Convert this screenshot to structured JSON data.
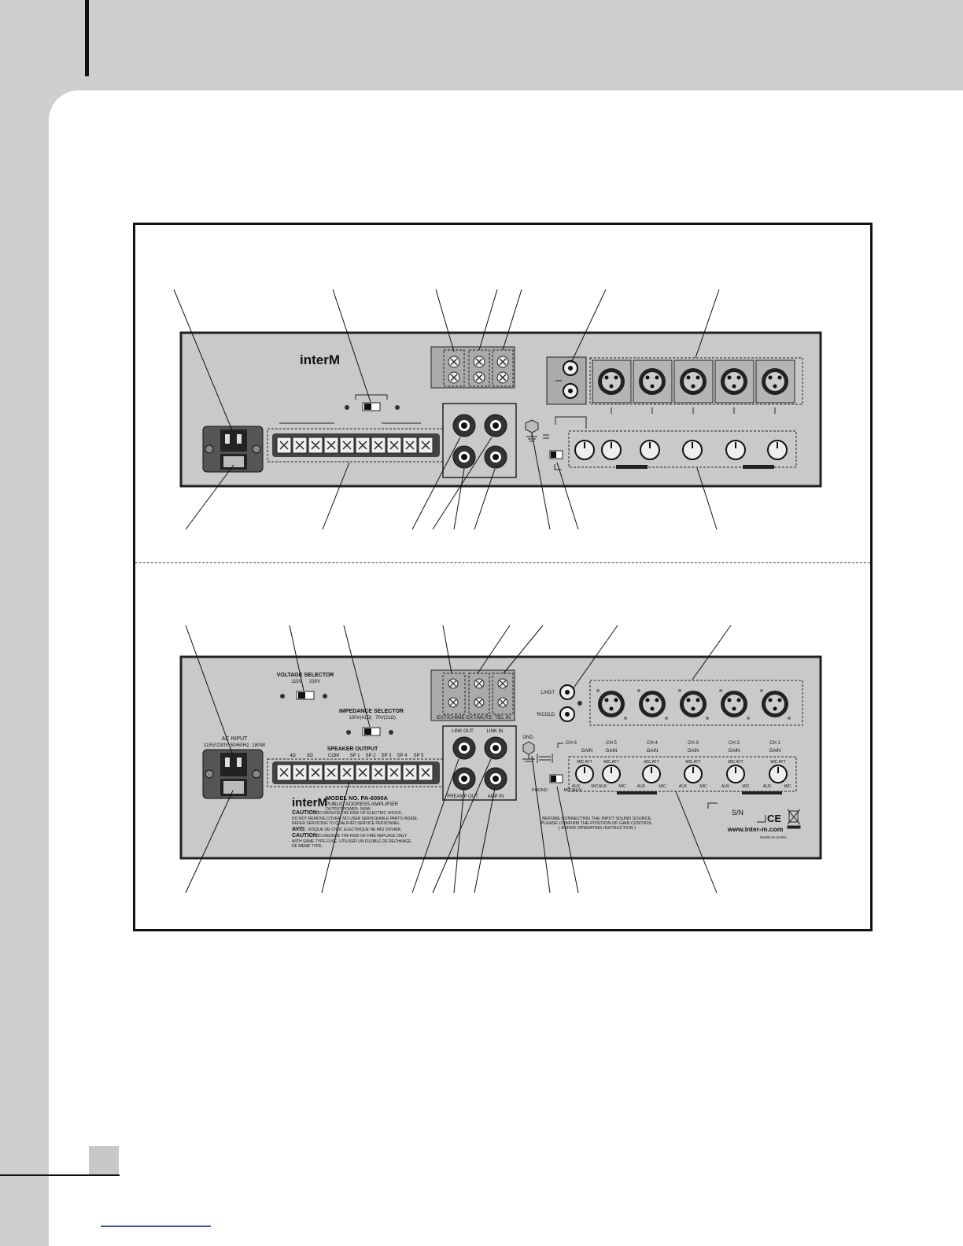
{
  "panel_top": {
    "brand": "interM"
  },
  "panel_bottom": {
    "brand": "interM",
    "voltage_selector": {
      "title": "VOLTAGE SELECTOR",
      "opt_a": "115V",
      "opt_b": "230V"
    },
    "impedance_selector": {
      "title": "IMPEDANCE SELECTOR",
      "opt_a": "100V(41Ω)",
      "opt_b": "70V(21Ω)"
    },
    "ac_input": {
      "title": "AC INPUT",
      "spec": "115V/230V 50/60Hz, 180W"
    },
    "speaker_output": {
      "title": "SPEAKER OUTPUT",
      "terminals": [
        "4Ω",
        "8Ω",
        "COM",
        "SP 1",
        "SP 2",
        "SP 3",
        "SP 4",
        "SP 5"
      ]
    },
    "terminal_labels": [
      "EXT/CHIME",
      "EXT/MUTE",
      "TEL IN"
    ],
    "jacks": {
      "link_out": "LINK OUT",
      "link_in": "LINK IN",
      "preamp_out": "PREAMP OUT",
      "amp_in": "AMP IN"
    },
    "gnd": "GND",
    "rca": {
      "l": "L/HOT",
      "r": "R/COLD"
    },
    "ch6_gain": "CH 6",
    "gain": "GAIN",
    "phono": "PHONO",
    "mic_aux": "MIC/AUX",
    "channels": [
      "CH 5",
      "CH 4",
      "CH 3",
      "CH 2",
      "CH 1"
    ],
    "mic_att": "MIC ATT",
    "aux": "AUX",
    "mic": "MIC",
    "model": "MODEL NO. PA-6000A",
    "model_sub": "PUBLIC ADDRESS AMPLIFIER",
    "output_power": "OUTPUT POWER: 240W",
    "caution1_head": "CAUTION:",
    "caution1": "TO REDUCE THE RISK OF ELECTRIC SHOCK,",
    "caution1_l2": "DO NOT REMOVE COVER, NO USER SERVICEABLE PARTS INSIDE.",
    "caution1_l3": "REFER SERVICING TO QUALIFIED SERVICE PERSONNEL.",
    "avis_head": "AVIS:",
    "avis": "RISQUE DE CHOC ELECTRIQUE NE PAS OUVRIR.",
    "caution2_head": "CAUTION:",
    "caution2": "TO REDUCE THE RISK OF FIRE REPLACE ONLY",
    "caution2_l2": "WITH SAME TYPE FUSE. UTILISER UN FUSIBLE DE RECHANGE",
    "caution2_l3": "DE MEME TYPE.",
    "notice1": "BEFORE CONNECTING THE INPUT SOUND SOURCE,",
    "notice2": "PLEASE CONFIRM THE POSITION OF GAIN CONTROL.",
    "notice3": "( REFER OPERATING INSTRUCTION )",
    "serial": "S/N",
    "ce": "CE",
    "website": "www.inter-m.com",
    "made_in": "MADE IN CHINA"
  }
}
